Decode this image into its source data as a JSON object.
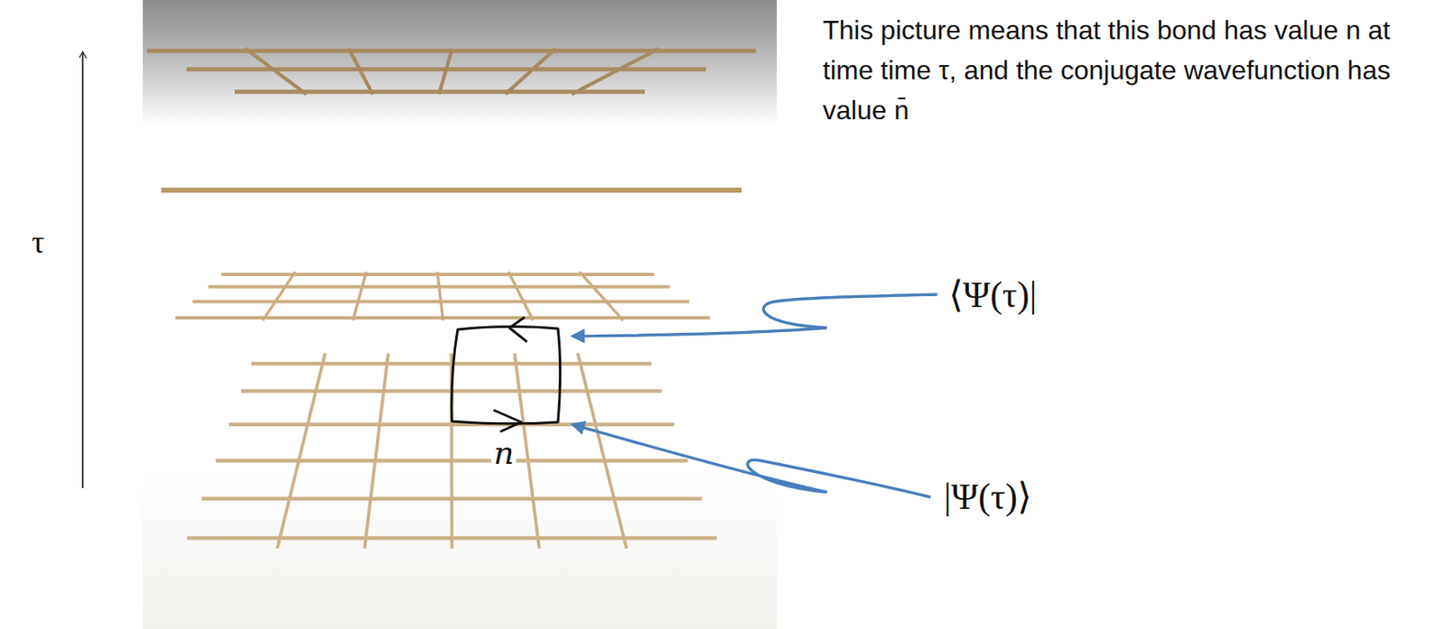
{
  "diagram": {
    "labels": [
      "This picture means that this bond has value n at time time τ, and the conjugate wavefunction has value n̄",
      "τ",
      "⟨Ψ(τ)|",
      "n",
      "|Ψ(τ)⟩"
    ]
  }
}
